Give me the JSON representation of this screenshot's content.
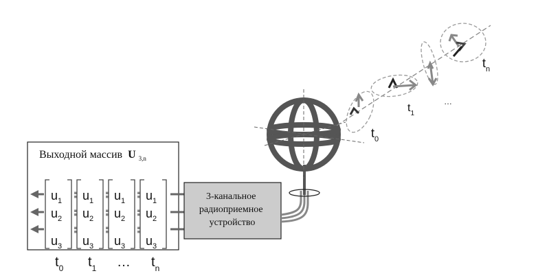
{
  "output_array": {
    "title": "Выходной массив",
    "symbol": "U",
    "subscript": "3,n"
  },
  "matrix": {
    "row_letter": "u",
    "row_indices": [
      "1",
      "2",
      "3"
    ],
    "column_count": 4
  },
  "time_labels": {
    "letter": "t",
    "bottom": [
      {
        "sub": "0"
      },
      {
        "sub": "1"
      },
      {
        "text": "…"
      },
      {
        "sub": "n"
      }
    ],
    "field": [
      {
        "sub": "0"
      },
      {
        "sub": "1"
      },
      {
        "text": "…"
      },
      {
        "sub": "n"
      }
    ]
  },
  "receiver": {
    "lines": [
      "3-канальное",
      "радиоприемное",
      "устройство"
    ],
    "fill": "#cccccc"
  },
  "colors": {
    "antenna": "#555555",
    "arrows": "#777777",
    "dashed": "#999999"
  }
}
